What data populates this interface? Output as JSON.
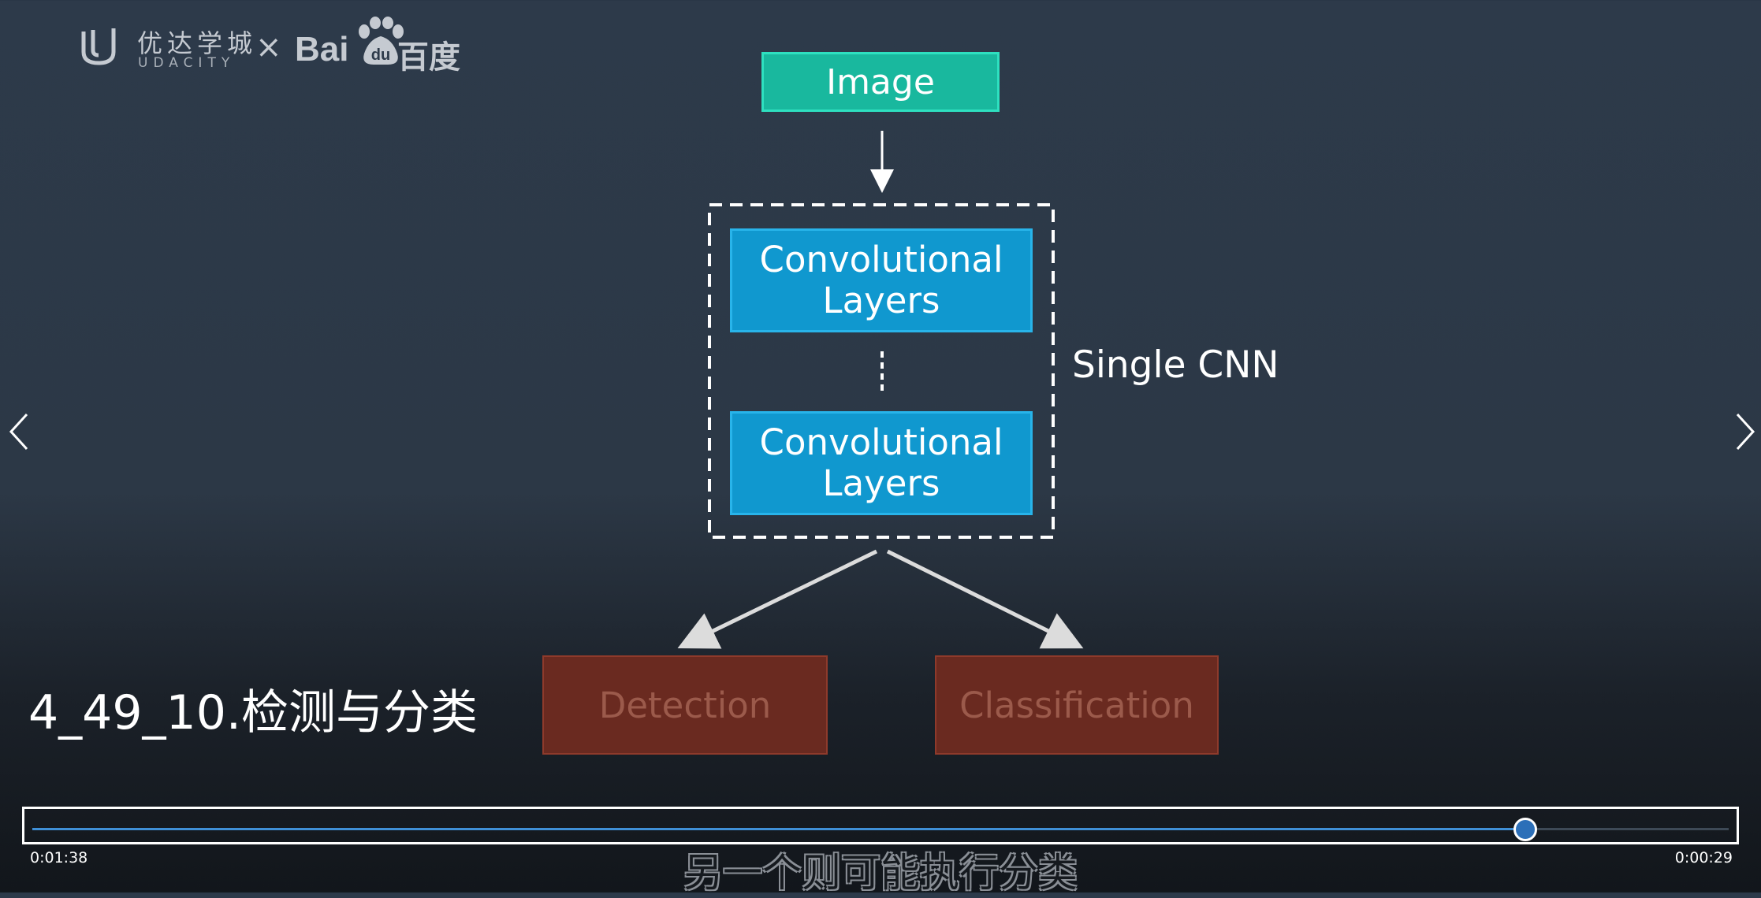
{
  "logo": {
    "brand_cn": "优达学城",
    "brand_en": "UDACITY",
    "separator": "×",
    "partner_text": "Bai",
    "partner_paw_text": "du",
    "partner_cn": "百度"
  },
  "diagram": {
    "input_box": "Image",
    "conv_box_1": "Convolutional Layers",
    "conv_box_2": "Convolutional Layers",
    "group_label": "Single CNN",
    "output_left": "Detection",
    "output_right": "Classification",
    "colors": {
      "input": "#19b89e",
      "conv": "#1098cf",
      "output": "#6a2a20"
    }
  },
  "video": {
    "title": "4_49_10.检测与分类",
    "subtitle": "另一个则可能执行分类",
    "elapsed": "0:01:38",
    "remaining": "0:00:29",
    "progress_fraction": 0.88,
    "accent_color": "#3f8fd6"
  },
  "nav": {
    "prev_icon": "chevron-left-icon",
    "next_icon": "chevron-right-icon"
  }
}
